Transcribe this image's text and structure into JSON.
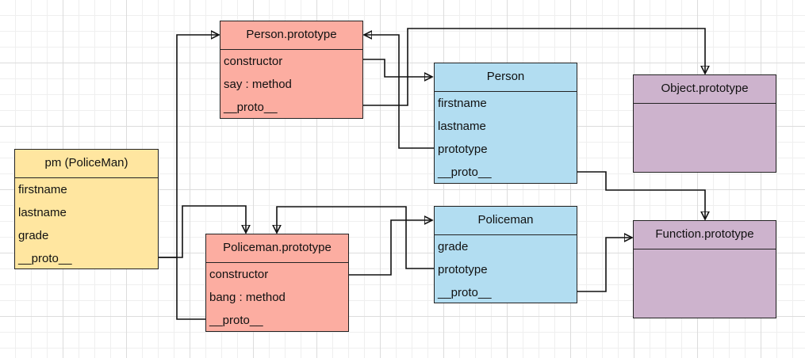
{
  "boxes": {
    "pm": {
      "title": "pm (PoliceMan)",
      "fields": [
        "firstname",
        "lastname",
        "grade",
        "__proto__"
      ],
      "color": "#ffe6a0"
    },
    "person_prototype": {
      "title": "Person.prototype",
      "fields": [
        "constructor",
        "say : method",
        "__proto__"
      ],
      "color": "#fcada1"
    },
    "person": {
      "title": "Person",
      "fields": [
        "firstname",
        "lastname",
        "prototype",
        "__proto__"
      ],
      "color": "#b2ddf1"
    },
    "object_prototype": {
      "title": "Object.prototype",
      "fields": [],
      "color": "#cdb3cd"
    },
    "policeman_prototype": {
      "title": "Policeman.prototype",
      "fields": [
        "constructor",
        "bang : method",
        "__proto__"
      ],
      "color": "#fcada1"
    },
    "policeman": {
      "title": "Policeman",
      "fields": [
        "grade",
        "prototype",
        "__proto__"
      ],
      "color": "#b2ddf1"
    },
    "function_prototype": {
      "title": "Function.prototype",
      "fields": [],
      "color": "#cdb3cd"
    }
  },
  "connections": [
    {
      "from": "pm.__proto__",
      "to": "Person.prototype"
    },
    {
      "from": "pm.__proto__",
      "to": "Policeman.prototype"
    },
    {
      "from": "Person.prototype.constructor",
      "to": "Person"
    },
    {
      "from": "Person.prototype.__proto__",
      "to": "Object.prototype"
    },
    {
      "from": "Person.prototype",
      "to": "Person.prototype (from Person.prototype field)"
    },
    {
      "from": "Person.__proto__",
      "to": "Function.prototype"
    },
    {
      "from": "Policeman.prototype.constructor",
      "to": "Policeman"
    },
    {
      "from": "Policeman.prototype field",
      "to": "Policeman.prototype"
    },
    {
      "from": "Policeman.__proto__",
      "to": "Function.prototype"
    },
    {
      "from": "Policeman.prototype.__proto__",
      "to": "Person.prototype"
    }
  ]
}
